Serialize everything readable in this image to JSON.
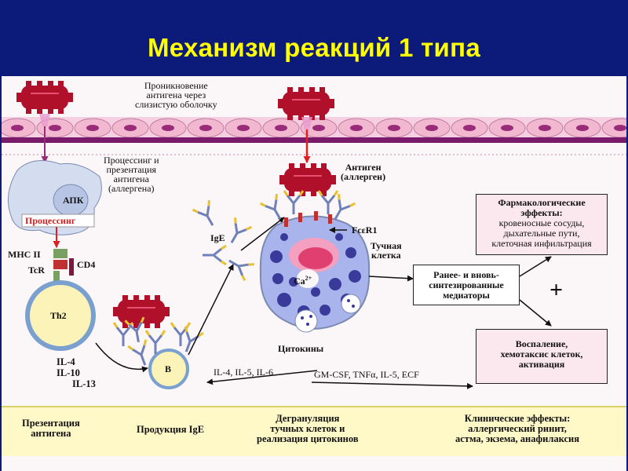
{
  "title": "Механизм реакций 1 типа",
  "labels": {
    "penetration": [
      "Проникновение",
      "антигена через",
      "слизистую оболочку"
    ],
    "processing_presentation": [
      "Процессинг и",
      "презентация",
      "антигена",
      "(аллергена)"
    ],
    "apc": "АПК",
    "processing": "Процессинг",
    "mhc": "MHC II",
    "tcr": "TcR",
    "cd4": "CD4",
    "th2": "Th2",
    "il_left": [
      "IL-4",
      "IL-10",
      "IL-13"
    ],
    "b": "B",
    "ige": "IgE",
    "antigen": [
      "Антиген",
      "(аллерген)"
    ],
    "fcer": "FcεR1",
    "mast": [
      "Тучная",
      "клетка"
    ],
    "ca": "Ca",
    "ca_sup": "2+",
    "cytokines": "Цитокины",
    "il_mid": "IL-4, IL-5, IL-6",
    "gm": "GM-CSF, TNFα, IL-5, ECF",
    "plus": "+"
  },
  "boxes": {
    "pharm_title": [
      "Фармакологические",
      "эффекты:"
    ],
    "pharm_items": [
      "кровеносные сосуды,",
      "дыхательные пути,",
      "клеточная инфильтрация"
    ],
    "mediators": [
      "Ранее- и вновь-",
      "синтезированные",
      "медиаторы"
    ],
    "inflammation": [
      "Воспаление,",
      "хемотаксис клеток,",
      "активация"
    ]
  },
  "bottom": {
    "step1": [
      "Презентация",
      "антигена"
    ],
    "step2": "Продукция IgE",
    "step3": [
      "Дегрануляция",
      "тучных клеток и",
      "реализация цитокинов"
    ],
    "step4": [
      "Клинические эффекты:",
      "аллергический ринит,",
      "астма, экзема, анафилаксия"
    ]
  },
  "colors": {
    "background": "#0c1a7a",
    "title": "#ffff00",
    "antigen": "#b0102a",
    "epithelium": "#f2b8d0",
    "nucleus": "#9a2a7a",
    "basement": "#7a1a6a",
    "apc": "#d4dcf0",
    "th2": "#fbf3b8",
    "mast": "#aab4ec",
    "granule": "#3a3a9a",
    "arrow": "#e02020",
    "bar": "#fff9c8"
  }
}
